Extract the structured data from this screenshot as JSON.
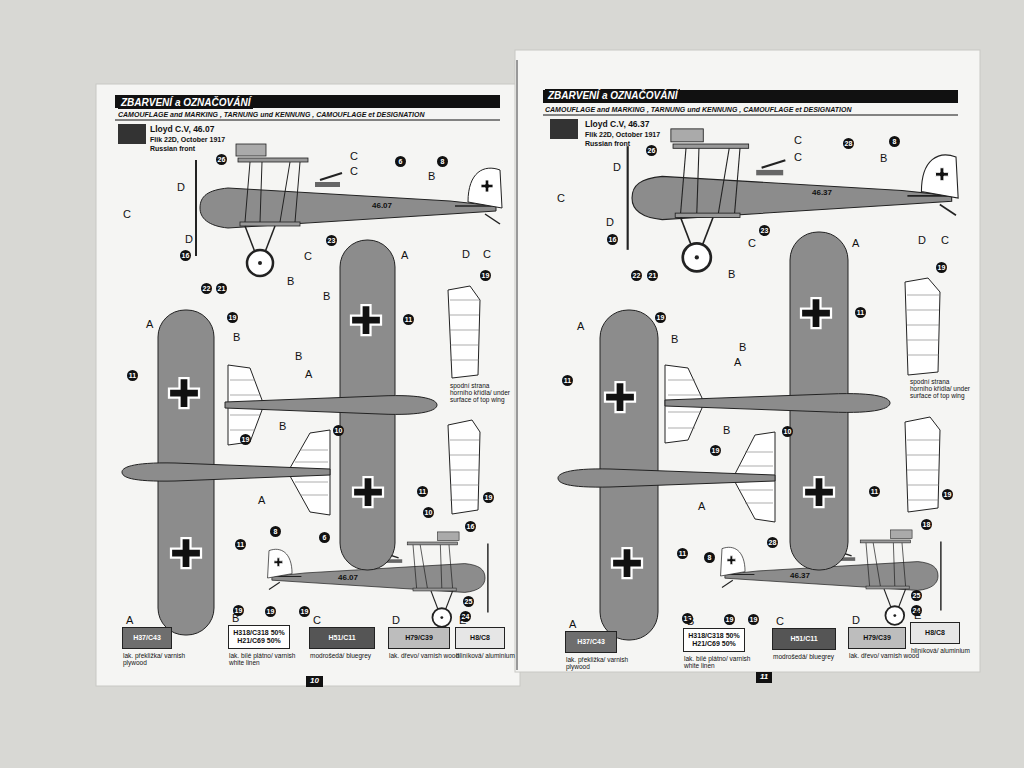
{
  "diagram": {
    "nodes": [
      {
        "text": [
          "A",
          "H37/C43",
          "lak. překližka/ varnish plywood"
        ]
      },
      {
        "text": [
          "B",
          "H318/C318 50% H21/C69 50%",
          "lak. bílé plátno/ varnish white linen"
        ]
      },
      {
        "text": [
          "C",
          "H51/C11",
          "modrošedá/ bluegrey"
        ]
      },
      {
        "text": [
          "D",
          "H79/C39",
          "lak. dřevo/ varnish wood"
        ]
      },
      {
        "text": [
          "E",
          "H8/C8",
          "hliníková/ aluminium"
        ]
      },
      {
        "text": [
          "A",
          "H37/C43",
          "lak. překližka/ varnish plywood"
        ]
      },
      {
        "text": [
          "B",
          "H318/C318 50% H21/C69 50%",
          "lak. bílé plátno/ varnish white linen"
        ]
      },
      {
        "text": [
          "C",
          "H51/C11",
          "modrošedá/ bluegrey"
        ]
      },
      {
        "text": [
          "D",
          "H79/C39",
          "lak. dřevo/ varnish wood"
        ]
      },
      {
        "text": [
          "E",
          "H8/C8",
          "hliníková/ aluminium"
        ]
      }
    ],
    "labels": [
      "ZBARVENÍ a OZNAČOVÁNÍ",
      "CAMOUFLAGE and MARKING , TARNUNG und KENNUNG , CAMOUFLAGE et DESIGNATION",
      "Lloyd C.V, 46.07",
      "Flik 22D, October 1917",
      "Russian front",
      "26",
      "C",
      "C",
      "6",
      "8",
      "B",
      "D",
      "C",
      "46.07",
      "D",
      "23",
      "C",
      "16",
      "A",
      "D",
      "C",
      "B",
      "22",
      "21",
      "A",
      "19",
      "B",
      "B",
      "11",
      "19",
      "11",
      "B",
      "A",
      "spodní strana horního křídla/ under surface of top wing",
      "B",
      "10",
      "19",
      "A",
      "11",
      "11",
      "19",
      "8",
      "6",
      "10",
      "16",
      "46.07",
      "19",
      "19",
      "19",
      "25",
      "24",
      "10",
      "ZBARVENÍ a OZNAČOVÁNÍ",
      "CAMOUFLAGE and MARKING , TARNUNG und KENNUNG , CAMOUFLAGE et DESIGNATION",
      "Lloyd C.V, 46.37",
      "Flik 22D, October 1917",
      "Russian front",
      "26",
      "C",
      "28",
      "8",
      "B",
      "C",
      "D",
      "C",
      "46.37",
      "D",
      "23",
      "16",
      "C",
      "A",
      "D",
      "C",
      "B",
      "22",
      "21",
      "19",
      "11",
      "A",
      "19",
      "B",
      "B",
      "11",
      "A",
      "spodní strana horního křídla/ under surface of top wing",
      "B",
      "10",
      "19",
      "11",
      "19",
      "A",
      "11",
      "8",
      "28",
      "18",
      "46.37",
      "19",
      "19",
      "19",
      "25",
      "24",
      "11"
    ]
  }
}
